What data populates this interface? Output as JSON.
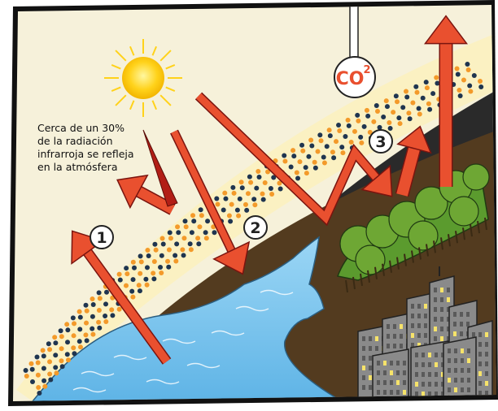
{
  "caption": {
    "lines": [
      "Cerca de un 30%",
      "de la radiación",
      "infrarroja se refleja",
      "en la atmósfera"
    ]
  },
  "markers": [
    "1",
    "2",
    "3"
  ],
  "gas": {
    "base": "CO",
    "exponent": "2"
  },
  "colors": {
    "sky": "#f4f0d8",
    "atmosphere_band": "#fbf3c8",
    "upper_atmosphere": "#2b2b2b",
    "ground": "#523a1e",
    "water": "#7cc6ee",
    "arrow": "#e9502f",
    "arrow_dark": "#b21e16",
    "dot_navy": "#1f3550",
    "dot_orange": "#f39a2a",
    "sun": "#ffd21a",
    "trees": "#6ea734",
    "buildings": "#8a8a8a"
  },
  "icons": [
    "sun-icon",
    "trees-icon",
    "city-icon",
    "thermometer-icon"
  ]
}
